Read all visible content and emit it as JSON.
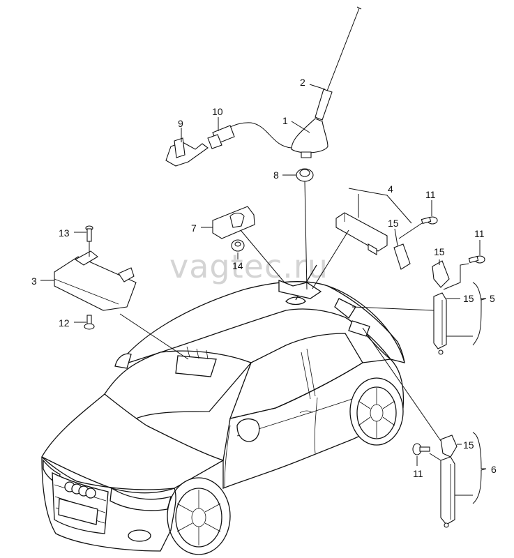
{
  "watermark": "vagtec.ru",
  "callouts": {
    "c1": "1",
    "c2": "2",
    "c3": "3",
    "c4": "4",
    "c5": "5",
    "c6": "6",
    "c7": "7",
    "c8": "8",
    "c9": "9",
    "c10": "10",
    "c11a": "11",
    "c11b": "11",
    "c11c": "11",
    "c12": "12",
    "c13": "13",
    "c14": "14",
    "c15a": "15",
    "c15b": "15",
    "c15c": "15",
    "c15d": "15"
  }
}
